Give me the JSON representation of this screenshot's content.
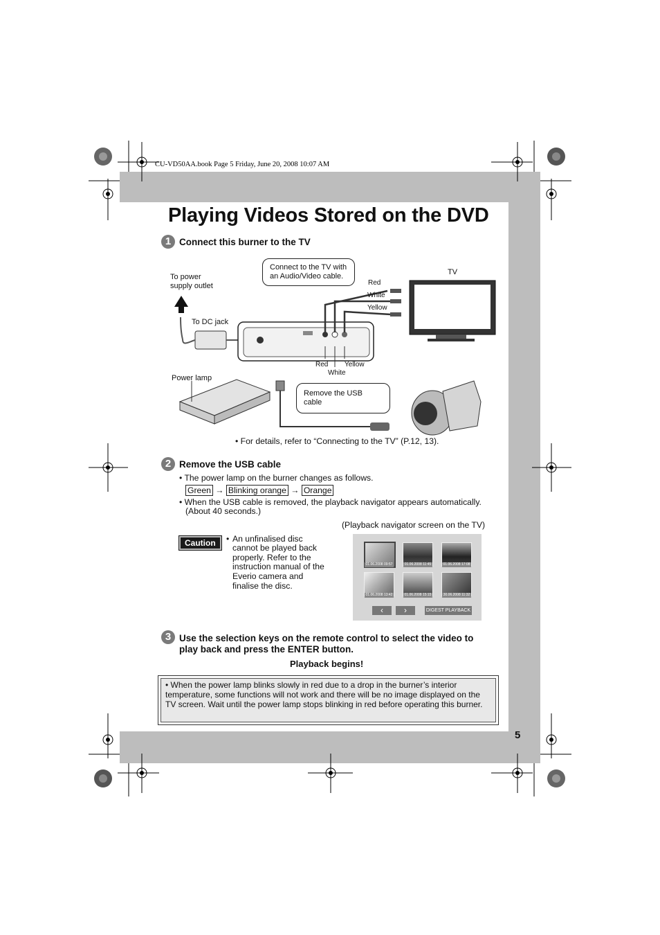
{
  "header": {
    "file_info": "CU-VD50AA.book  Page 5  Friday, June 20, 2008  10:07 AM"
  },
  "title": "Playing Videos Stored on the DVD",
  "step1": {
    "number": "1",
    "heading": "Connect this burner to the TV",
    "labels": {
      "power_outlet": "To power\nsupply outlet",
      "dc_jack": "To DC jack",
      "bubble_tv": "Connect to the TV with an Audio/Video cable.",
      "tv": "TV",
      "red": "Red",
      "white": "White",
      "yellow": "Yellow",
      "red2": "Red",
      "white2": "White",
      "yellow2": "Yellow",
      "power_lamp": "Power lamp",
      "bubble_usb": "Remove the USB cable"
    },
    "note": "For details, refer to “Connecting to the TV” (P.12, 13)."
  },
  "step2": {
    "number": "2",
    "heading": "Remove the USB cable",
    "bullet1": "The power lamp on the burner changes as follows.",
    "states": [
      "Green",
      "Blinking orange",
      "Orange"
    ],
    "arrow": "→",
    "bullet2_line1": "When the USB cable is removed, the playback navigator appears automatically.",
    "bullet2_line2": "(About 40 seconds.)",
    "navigator_caption": "(Playback navigator screen on the TV)",
    "caution_label": "Caution",
    "caution_text": [
      "An unfinalised disc",
      "cannot be played back",
      "properly. Refer to the",
      "instruction manual of the",
      "Everio camera and",
      "finalise the disc."
    ],
    "navigator": {
      "dates": [
        "01.06.2008 09:57",
        "01.06.2008 11:45",
        "01.06.2008 17:08",
        "01.06.2008 13:42",
        "01.06.2008 15:15",
        "30.06.2008 11:32"
      ],
      "prev_glyph": "‹",
      "next_glyph": "›",
      "digest_label": "DIGEST PLAYBACK"
    }
  },
  "step3": {
    "number": "3",
    "heading_line1": "Use the selection keys on the remote control to select the video to",
    "heading_line2": "play back and press the ENTER button.",
    "result": "Playback begins!"
  },
  "note": "When the power lamp blinks slowly in red due to a drop in the burner’s interior temperature, some functions will not work and there will be no image displayed on the TV screen. Wait until the power lamp stops blinking in red before operating this burner.",
  "page_number": "5",
  "bullet": "•"
}
